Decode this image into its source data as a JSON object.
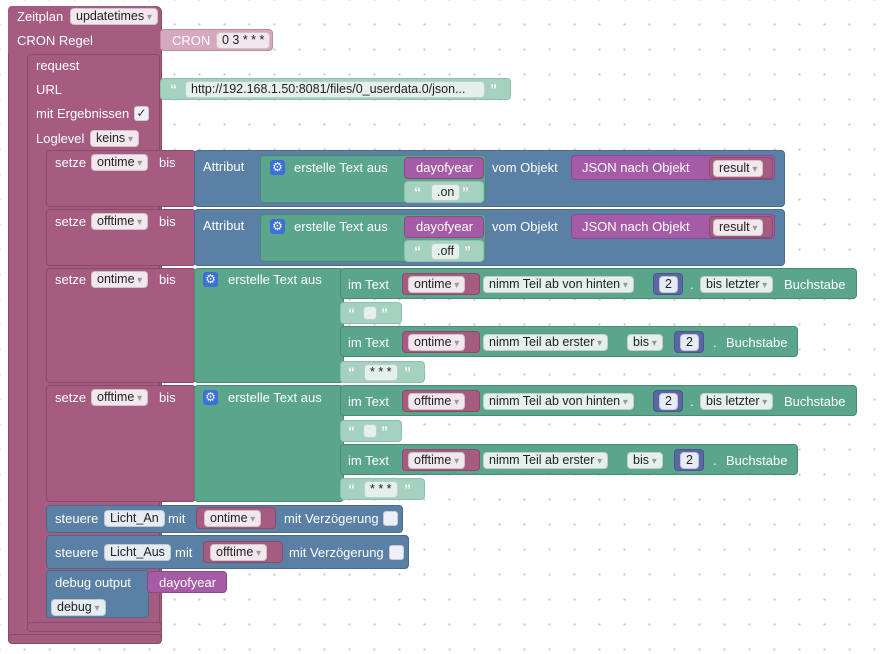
{
  "schedule": {
    "label": "Zeitplan",
    "name": "updatetimes",
    "cron_label": "CRON Regel",
    "cron_tag": "CRON",
    "cron_value": "0 3 * * *"
  },
  "request": {
    "label": "request",
    "url_label": "URL",
    "url_value": "http://192.168.1.50:8081/files/0_userdata.0/json...",
    "results_label": "mit Ergebnissen",
    "loglevel_label": "Loglevel",
    "loglevel_value": "keins"
  },
  "words": {
    "set": "setze",
    "to": "bis",
    "attribute": "Attribut",
    "create_text": "erstelle Text aus",
    "from_object": "vom Objekt",
    "json_to_obj": "JSON nach Objekt",
    "in_text": "im Text",
    "from_end": "nimm Teil ab von hinten",
    "from_start": "nimm Teil ab erster",
    "to_last": "bis letzter",
    "letter": "Buchstabe",
    "dot": ".",
    "control": "steuere",
    "with": "mit",
    "delay": "mit Verzögerung",
    "debug_output": "debug output",
    "quote_open": "“",
    "quote_close": "”"
  },
  "vars": {
    "dayofyear": "dayofyear",
    "result": "result",
    "ontime": "ontime",
    "offtime": "offtime"
  },
  "strings": {
    "on": ".on",
    "off": ".off",
    "empty": "",
    "stars": "* * *"
  },
  "numbers": {
    "two": "2"
  },
  "devices": {
    "light_on": "Licht_An",
    "light_off": "Licht_Aus"
  },
  "debug": {
    "level": "debug"
  }
}
